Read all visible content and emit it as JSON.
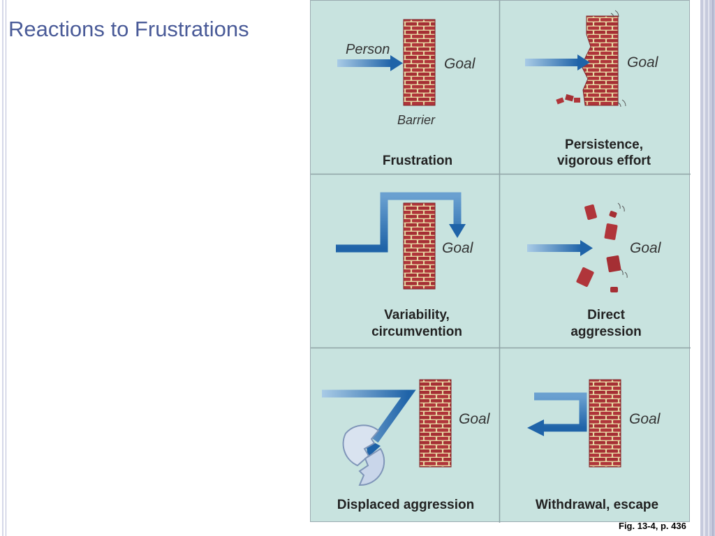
{
  "slide": {
    "title": "Reactions to Frustrations",
    "caption": "Fig. 13-4, p. 436"
  },
  "colors": {
    "panel_bg": "#c8e3df",
    "brick": "#b0353a",
    "mortar": "#e6d6a2",
    "arrow": "#2f74b4",
    "title": "#4a5b98"
  },
  "panels": [
    {
      "title_lines": [
        "Frustration"
      ],
      "labels": {
        "person": "Person",
        "goal": "Goal",
        "barrier": "Barrier"
      }
    },
    {
      "title_lines": [
        "Persistence,",
        "vigorous effort"
      ],
      "labels": {
        "goal": "Goal"
      }
    },
    {
      "title_lines": [
        "Variability,",
        "circumvention"
      ],
      "labels": {
        "goal": "Goal"
      }
    },
    {
      "title_lines": [
        "Direct",
        "aggression"
      ],
      "labels": {
        "goal": "Goal"
      }
    },
    {
      "title_lines": [
        "Displaced aggression"
      ],
      "labels": {
        "goal": "Goal"
      }
    },
    {
      "title_lines": [
        "Withdrawal, escape"
      ],
      "labels": {
        "goal": "Goal"
      }
    }
  ]
}
